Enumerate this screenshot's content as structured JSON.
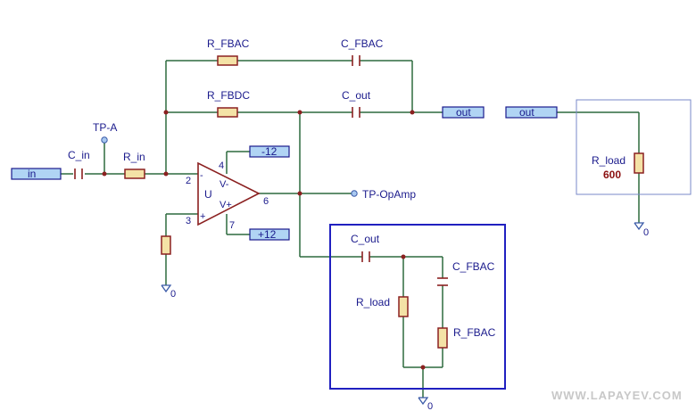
{
  "components": {
    "r_fbac_top": "R_FBAC",
    "c_fbac_top": "C_FBAC",
    "r_fbdc": "R_FBDC",
    "c_out_top": "C_out",
    "c_in": "C_in",
    "r_in": "R_in",
    "opamp": "U",
    "r_load_right": "R_load",
    "r_load_right_value": "600",
    "c_out_box": "C_out",
    "c_fbac_box": "C_FBAC",
    "r_load_box": "R_load",
    "r_fbac_box": "R_FBAC"
  },
  "testpoints": {
    "tp_a": "TP-A",
    "tp_opamp": "TP-OpAmp"
  },
  "ports": {
    "in": "in",
    "out_main": "out",
    "out_right": "out",
    "neg_supply": "-12",
    "pos_supply": "+12"
  },
  "pins": {
    "p2": "2",
    "p3": "3",
    "p4": "4",
    "p6": "6",
    "p7": "7",
    "minus": "-",
    "plus": "+",
    "vminus": "V-",
    "vplus": "V+"
  },
  "grounds": {
    "gnd_left": "0",
    "gnd_box": "0",
    "gnd_right": "0"
  },
  "watermark": "WWW.LAPAYEV.COM"
}
